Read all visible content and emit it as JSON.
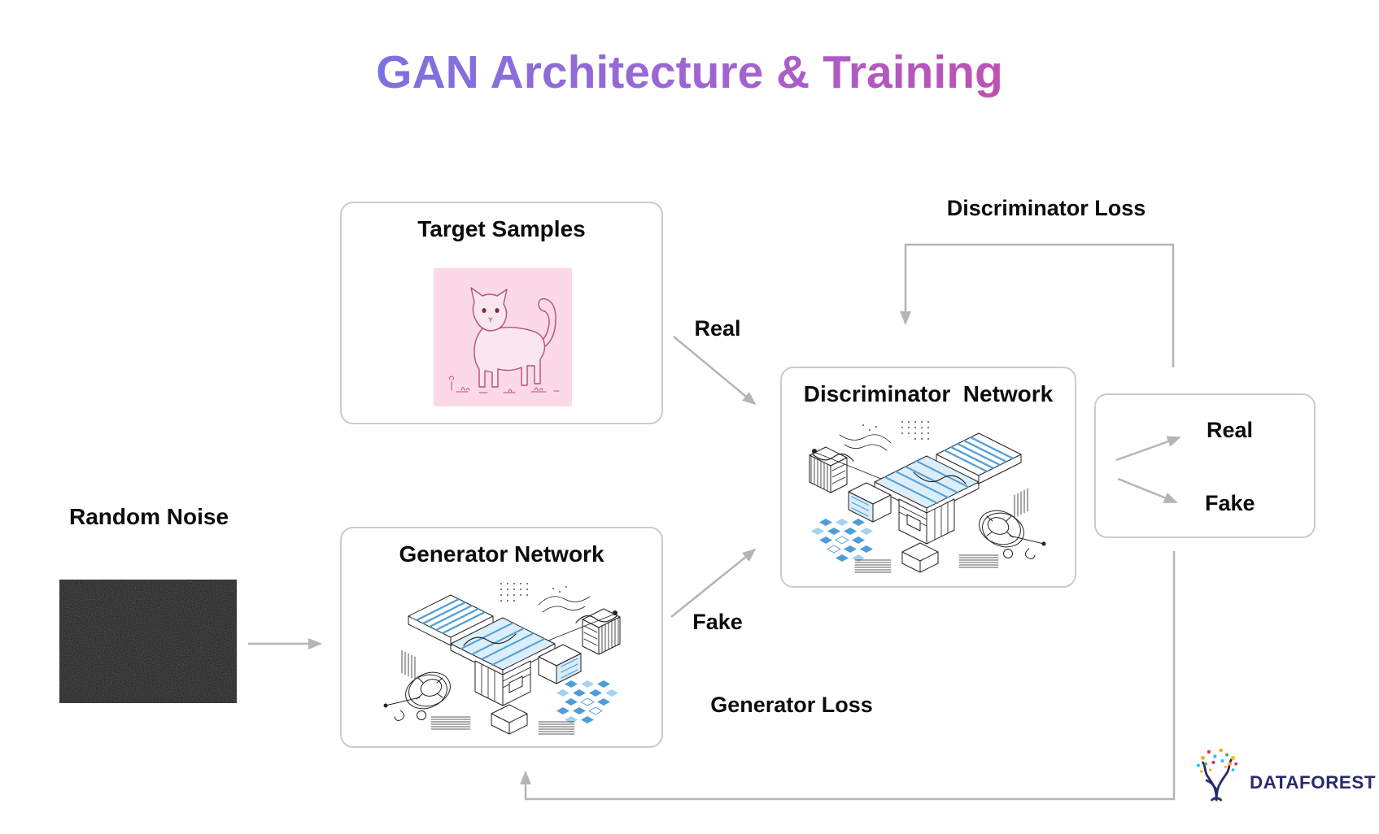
{
  "title": "GAN Architecture & Training",
  "nodes": {
    "target_samples": "Target Samples",
    "random_noise": "Random Noise",
    "generator": "Generator Network",
    "discriminator": "Discriminator  Network"
  },
  "labels": {
    "real_edge": "Real",
    "fake_edge": "Fake",
    "output_real": "Real",
    "output_fake": "Fake",
    "discriminator_loss": "Discriminator Loss",
    "generator_loss": "Generator Loss"
  },
  "branding": {
    "name": "DATAFOREST"
  },
  "colors": {
    "title_gradient_start": "#5F7BE9",
    "title_gradient_mid": "#9A68D4",
    "title_gradient_end": "#E23B97",
    "box_border": "#CBCBCB",
    "arrow": "#B5B5B5",
    "sample_pink_bg": "#FBD9E8",
    "cat_line": "#B5516F",
    "illustration_blue": "#4D9ED8",
    "logo_navy": "#2B2A6E"
  }
}
